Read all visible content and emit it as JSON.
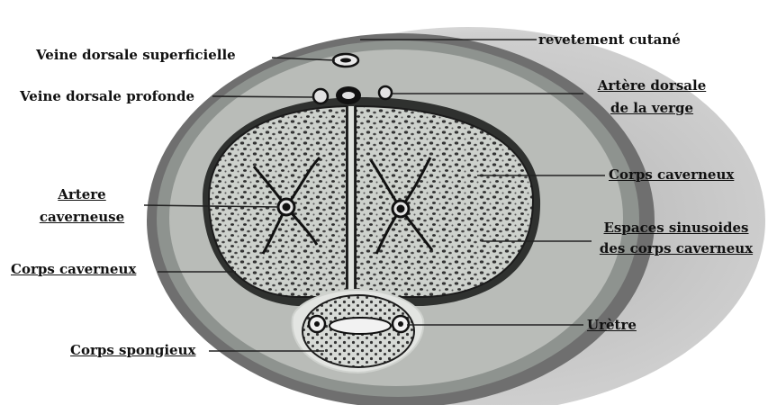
{
  "labels": {
    "revetement_cutane": "revetement cutané",
    "veine_dorsale_superficielle": "Veine dorsale superficielle",
    "veine_dorsale_profonde": "Veine dorsale profonde",
    "artere_dorsale_line1": "Artère dorsale",
    "artere_dorsale_line2": "de la verge",
    "artere_caverneuse_line1": "Artere",
    "artere_caverneuse_line2": "caverneuse",
    "corps_caverneux_right": "Corps caverneux",
    "espaces_sinusoides_line1": "Espaces sinusoides",
    "espaces_sinusoides_line2": "des corps caverneux",
    "corps_caverneux_left": "Corps caverneux",
    "uretre": "Urètre",
    "corps_spongieux": "Corps spongieux"
  },
  "colors": {
    "outer_skin": "#7a7a7a",
    "tunica": "#3a3a3a",
    "tissue_fill": "#cfd3cf",
    "cavernous_fill": "#c8ccc8",
    "line": "#222222"
  }
}
